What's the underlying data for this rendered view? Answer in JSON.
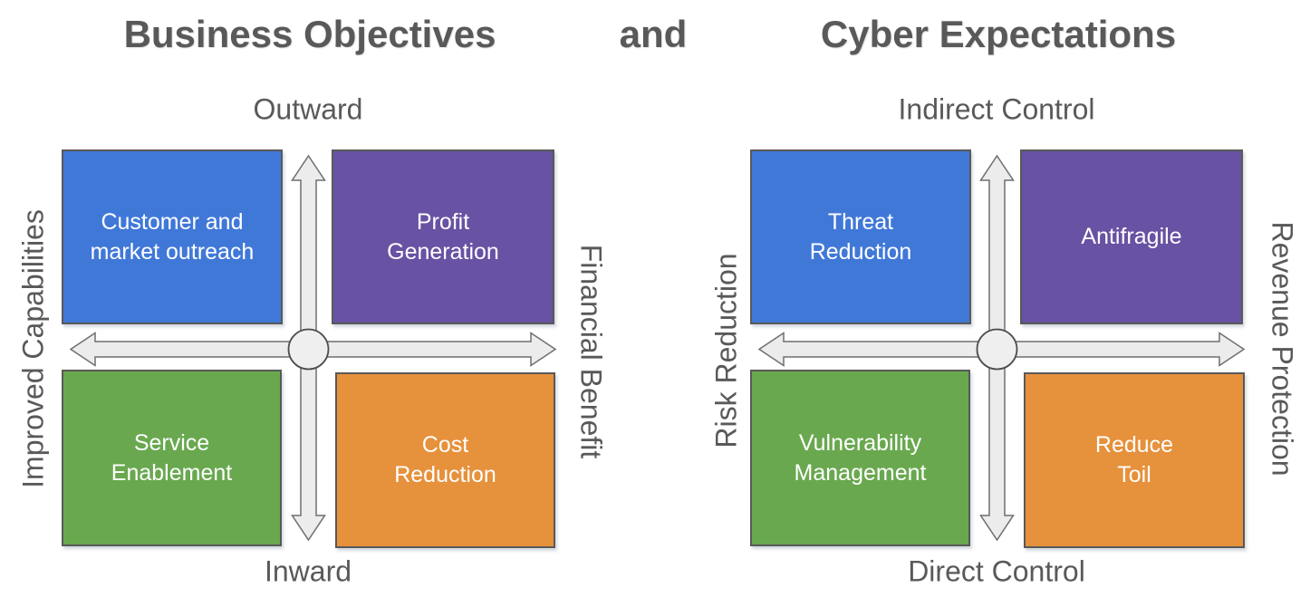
{
  "title": {
    "left": "Business Objectives",
    "middle": "and",
    "right": "Cyber Expectations"
  },
  "colors": {
    "quadrant_blue": "#4078D8",
    "quadrant_purple": "#6752A3",
    "quadrant_green": "#69A84F",
    "quadrant_orange": "#E6913C",
    "box_border": "#595959",
    "axis_arrow_fill": "#ECECEC",
    "axis_arrow_stroke": "#6E6E6E",
    "label_text": "#595959",
    "quadrant_text": "#FFFFFF",
    "background": "#FFFFFF"
  },
  "charts": [
    {
      "name": "Business Objectives",
      "axis": {
        "top": "Outward",
        "bottom": "Inward",
        "left": "Improved Capabilities",
        "right": "Financial Benefit"
      },
      "quadrants": [
        {
          "position": "top-left",
          "label": "Customer and\nmarket outreach",
          "color": "#4078D8"
        },
        {
          "position": "top-right",
          "label": "Profit\nGeneration",
          "color": "#6752A3"
        },
        {
          "position": "bottom-left",
          "label": "Service\nEnablement",
          "color": "#69A84F"
        },
        {
          "position": "bottom-right",
          "label": "Cost\nReduction",
          "color": "#E6913C"
        }
      ]
    },
    {
      "name": "Cyber Expectations",
      "axis": {
        "top": "Indirect Control",
        "bottom": "Direct Control",
        "left": "Risk Reduction",
        "right": "Revenue Protection"
      },
      "quadrants": [
        {
          "position": "top-left",
          "label": "Threat\nReduction",
          "color": "#4078D8"
        },
        {
          "position": "top-right",
          "label": "Antifragile",
          "color": "#6752A3"
        },
        {
          "position": "bottom-left",
          "label": "Vulnerability\nManagement",
          "color": "#69A84F"
        },
        {
          "position": "bottom-right",
          "label": "Reduce\nToil",
          "color": "#E6913C"
        }
      ]
    }
  ]
}
